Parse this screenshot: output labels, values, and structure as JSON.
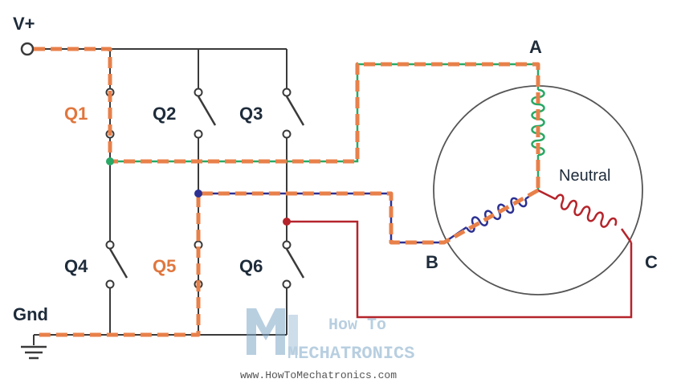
{
  "labels": {
    "vplus": "V+",
    "gnd": "Gnd",
    "q1": "Q1",
    "q2": "Q2",
    "q3": "Q3",
    "q4": "Q4",
    "q5": "Q5",
    "q6": "Q6",
    "phase_a": "A",
    "phase_b": "B",
    "phase_c": "C",
    "neutral": "Neutral"
  },
  "watermark": {
    "line1": "How To",
    "line2": "MECHATRONICS",
    "url": "www.HowToMechatronics.com"
  },
  "active_switches": [
    "Q1",
    "Q5"
  ],
  "colors": {
    "wire": "#3a3a3a",
    "active_path": "#e8804a",
    "active_label": "#e0763d",
    "label": "#1e2b3a",
    "phase_a": "#2aa866",
    "phase_b": "#2c3192",
    "phase_c": "#b5242b",
    "motor_circle": "#555555",
    "watermark": "#7fa8c8"
  }
}
